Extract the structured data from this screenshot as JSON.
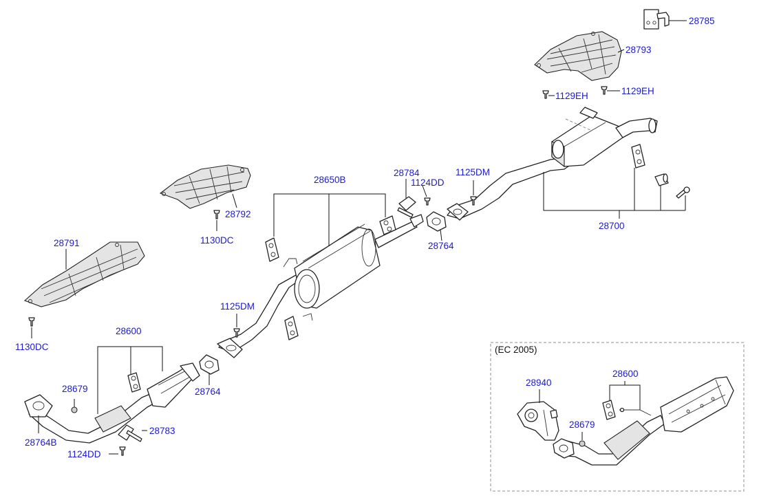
{
  "diagram": {
    "labels": {
      "p28785": "28785",
      "p28793": "28793",
      "p1129eh_a": "1129EH",
      "p1129eh_b": "1129EH",
      "p28792": "28792",
      "p1130dc_a": "1130DC",
      "p28650b": "28650B",
      "p28784": "28784",
      "p1124dd_a": "1124DD",
      "p1125dm_a": "1125DM",
      "p28764_a": "28764",
      "p28700": "28700",
      "p28791": "28791",
      "p1130dc_b": "1130DC",
      "p1125dm_b": "1125DM",
      "p28600_a": "28600",
      "p28679_a": "28679",
      "p28764_b": "28764",
      "p28764b": "28764B",
      "p28783": "28783",
      "p1124dd_b": "1124DD",
      "p28940": "28940",
      "p28600_b": "28600",
      "p28679_b": "28679"
    },
    "inset": {
      "title": "(EC 2005)"
    }
  }
}
